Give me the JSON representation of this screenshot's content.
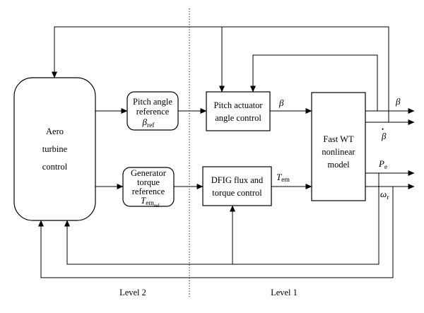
{
  "blocks": {
    "aero": {
      "lines": [
        "Aero",
        "turbine",
        "control"
      ]
    },
    "pitch_ref": {
      "lines": [
        "Pitch angle",
        "reference"
      ],
      "symbol": "β",
      "symbol_sub": "ref"
    },
    "gen_ref": {
      "lines": [
        "Generator",
        "torque",
        "reference"
      ],
      "symbol": "T",
      "symbol_sub": "em",
      "symbol_subsub": "ref"
    },
    "pitch_act": {
      "lines": [
        "Pitch actuator",
        "angle control"
      ]
    },
    "dfig": {
      "lines": [
        "DFIG flux and",
        "torque control"
      ]
    },
    "wt": {
      "lines": [
        "Fast WT",
        "nonlinear",
        "model"
      ]
    }
  },
  "signals": {
    "beta": "β",
    "beta_out": "β",
    "beta_dot": "β",
    "beta_dot_mark": "•",
    "t_em": "T",
    "t_em_sub": "em",
    "pe": "P",
    "pe_sub": "e",
    "wr": "ω",
    "wr_sub": "r"
  },
  "levels": {
    "level2": "Level 2",
    "level1": "Level 1"
  }
}
